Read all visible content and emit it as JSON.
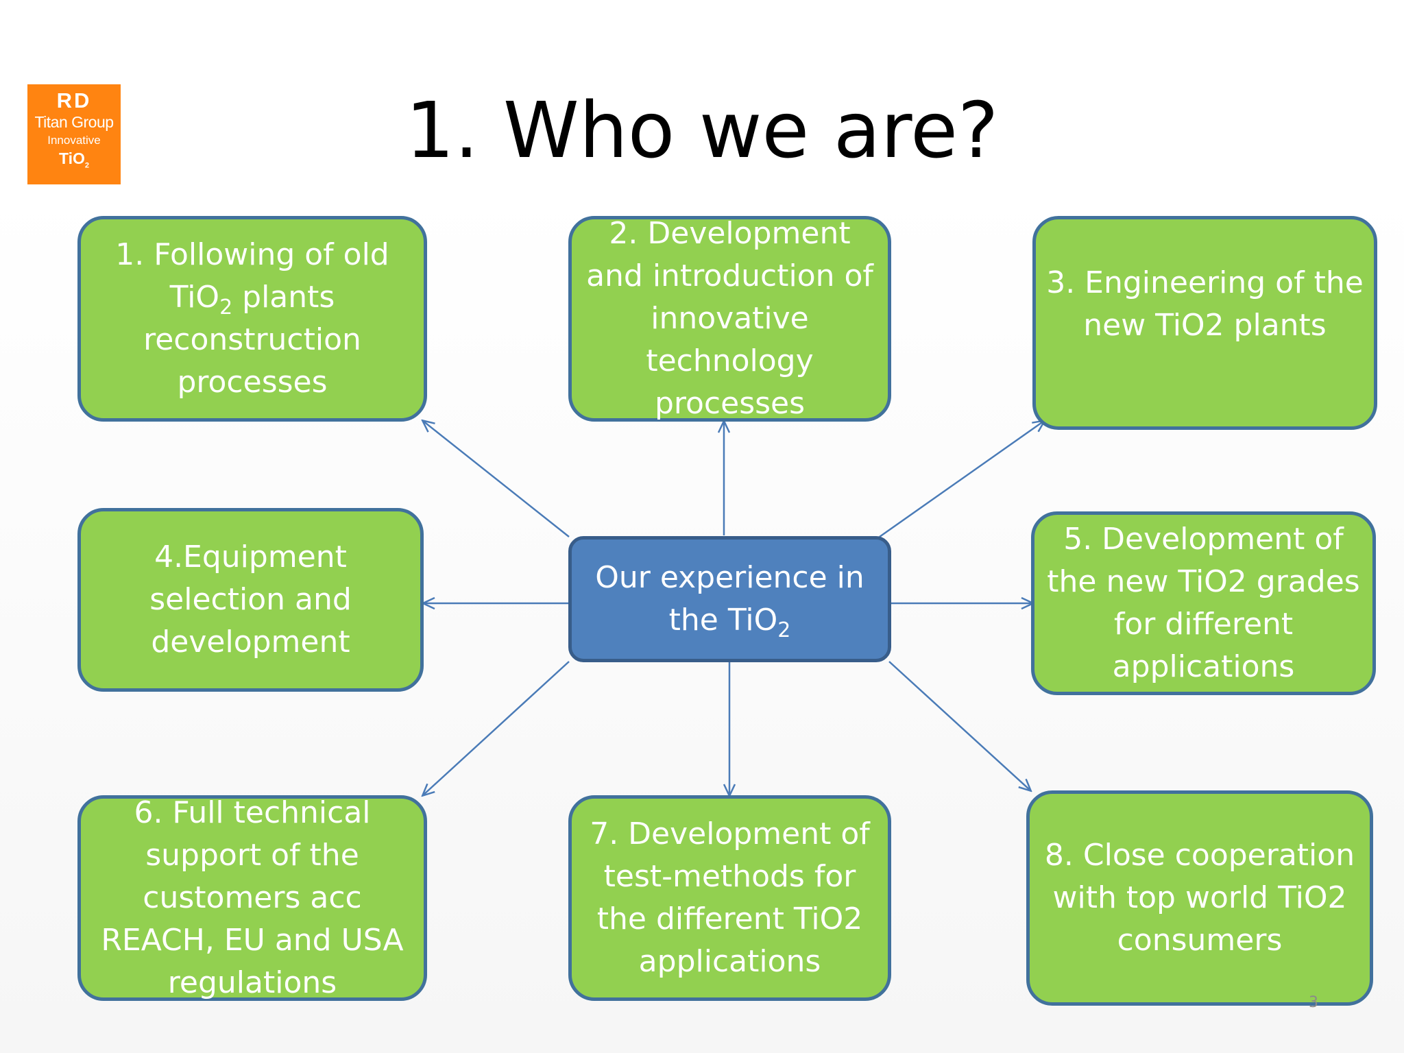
{
  "logo": {
    "line1": "RD",
    "line2": "Titan Group",
    "line3": "Innovative",
    "line4_base": "TiO",
    "line4_sub": "2"
  },
  "title": "1. Who we are?",
  "center": {
    "text": "Our experience in the TiO",
    "sub": "2"
  },
  "boxes": [
    {
      "pre": "1. Following of old TiO",
      "sub": "2",
      "post": " plants reconstruction processes"
    },
    {
      "text": "2. Development and introduction of innovative technology processes"
    },
    {
      "text": "3. Engineering of the new TiO2 plants"
    },
    {
      "text": "4.Equipment selection and development"
    },
    {
      "text": "5. Development of the new TiO2 grades for different applications"
    },
    {
      "text": "6. Full technical support of the customers acc REACH, EU and USA regulations"
    },
    {
      "text": "7. Development of test-methods for the different TiO2 applications"
    },
    {
      "text": "8. Close cooperation with top world TiO2 consumers"
    }
  ],
  "colors": {
    "box_fill": "#92d050",
    "box_border": "#41719c",
    "center_fill": "#4f81bd",
    "arrow": "#4a7bb7",
    "logo_bg": "#ff8411"
  },
  "page_number": "3"
}
